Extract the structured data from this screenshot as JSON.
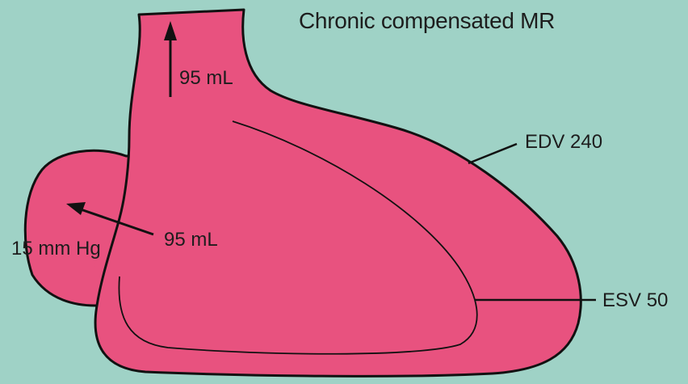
{
  "title": "Chronic compensated MR",
  "labels": {
    "aortic_flow": "95 mL",
    "regurgitant_flow": "95 mL",
    "atrial_pressure": "15 mm Hg",
    "end_diastolic_volume": "EDV 240",
    "end_systolic_volume": "ESV 50"
  },
  "colors": {
    "background": "#9fd2c6",
    "chamber_fill": "#e8527f",
    "outline": "#111111"
  }
}
